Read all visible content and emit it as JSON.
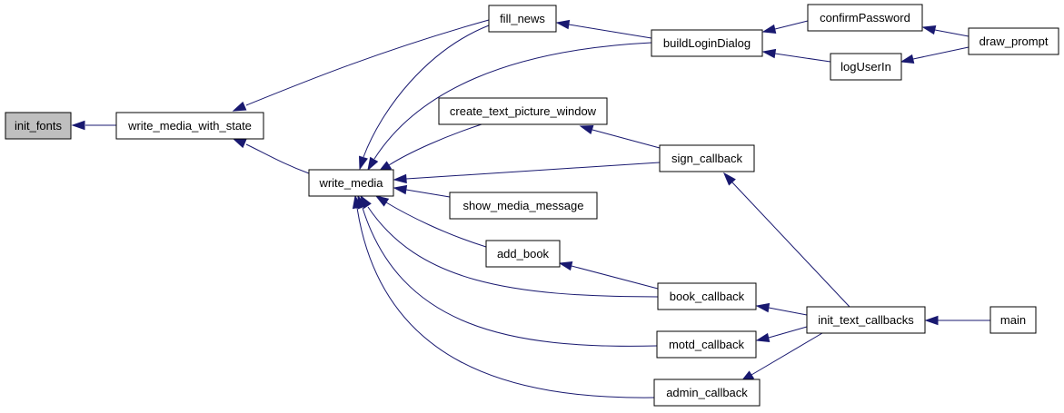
{
  "colors": {
    "edge": "#191970",
    "node_fill": "#ffffff",
    "root_fill": "#bfbfbf",
    "border": "#000000"
  },
  "nodes": {
    "init_fonts": "init_fonts",
    "write_media_with_state": "write_media_with_state",
    "write_media": "write_media",
    "fill_news": "fill_news",
    "buildLoginDialog": "buildLoginDialog",
    "confirmPassword": "confirmPassword",
    "logUserIn": "logUserIn",
    "draw_prompt": "draw_prompt",
    "create_text_picture_window": "create_text_picture_window",
    "sign_callback": "sign_callback",
    "show_media_message": "show_media_message",
    "add_book": "add_book",
    "book_callback": "book_callback",
    "init_text_callbacks": "init_text_callbacks",
    "main": "main",
    "motd_callback": "motd_callback",
    "admin_callback": "admin_callback"
  },
  "edges": [
    {
      "from": "write_media_with_state",
      "to": "init_fonts"
    },
    {
      "from": "fill_news",
      "to": "write_media_with_state"
    },
    {
      "from": "write_media",
      "to": "write_media_with_state"
    },
    {
      "from": "fill_news",
      "to": "write_media"
    },
    {
      "from": "buildLoginDialog",
      "to": "fill_news"
    },
    {
      "from": "buildLoginDialog",
      "to": "write_media"
    },
    {
      "from": "confirmPassword",
      "to": "buildLoginDialog"
    },
    {
      "from": "logUserIn",
      "to": "buildLoginDialog"
    },
    {
      "from": "draw_prompt",
      "to": "confirmPassword"
    },
    {
      "from": "draw_prompt",
      "to": "logUserIn"
    },
    {
      "from": "create_text_picture_window",
      "to": "write_media"
    },
    {
      "from": "sign_callback",
      "to": "create_text_picture_window"
    },
    {
      "from": "sign_callback",
      "to": "write_media"
    },
    {
      "from": "show_media_message",
      "to": "write_media"
    },
    {
      "from": "add_book",
      "to": "write_media"
    },
    {
      "from": "book_callback",
      "to": "add_book"
    },
    {
      "from": "book_callback",
      "to": "write_media"
    },
    {
      "from": "motd_callback",
      "to": "write_media"
    },
    {
      "from": "admin_callback",
      "to": "write_media"
    },
    {
      "from": "init_text_callbacks",
      "to": "sign_callback"
    },
    {
      "from": "init_text_callbacks",
      "to": "book_callback"
    },
    {
      "from": "init_text_callbacks",
      "to": "motd_callback"
    },
    {
      "from": "init_text_callbacks",
      "to": "admin_callback"
    },
    {
      "from": "main",
      "to": "init_text_callbacks"
    }
  ]
}
